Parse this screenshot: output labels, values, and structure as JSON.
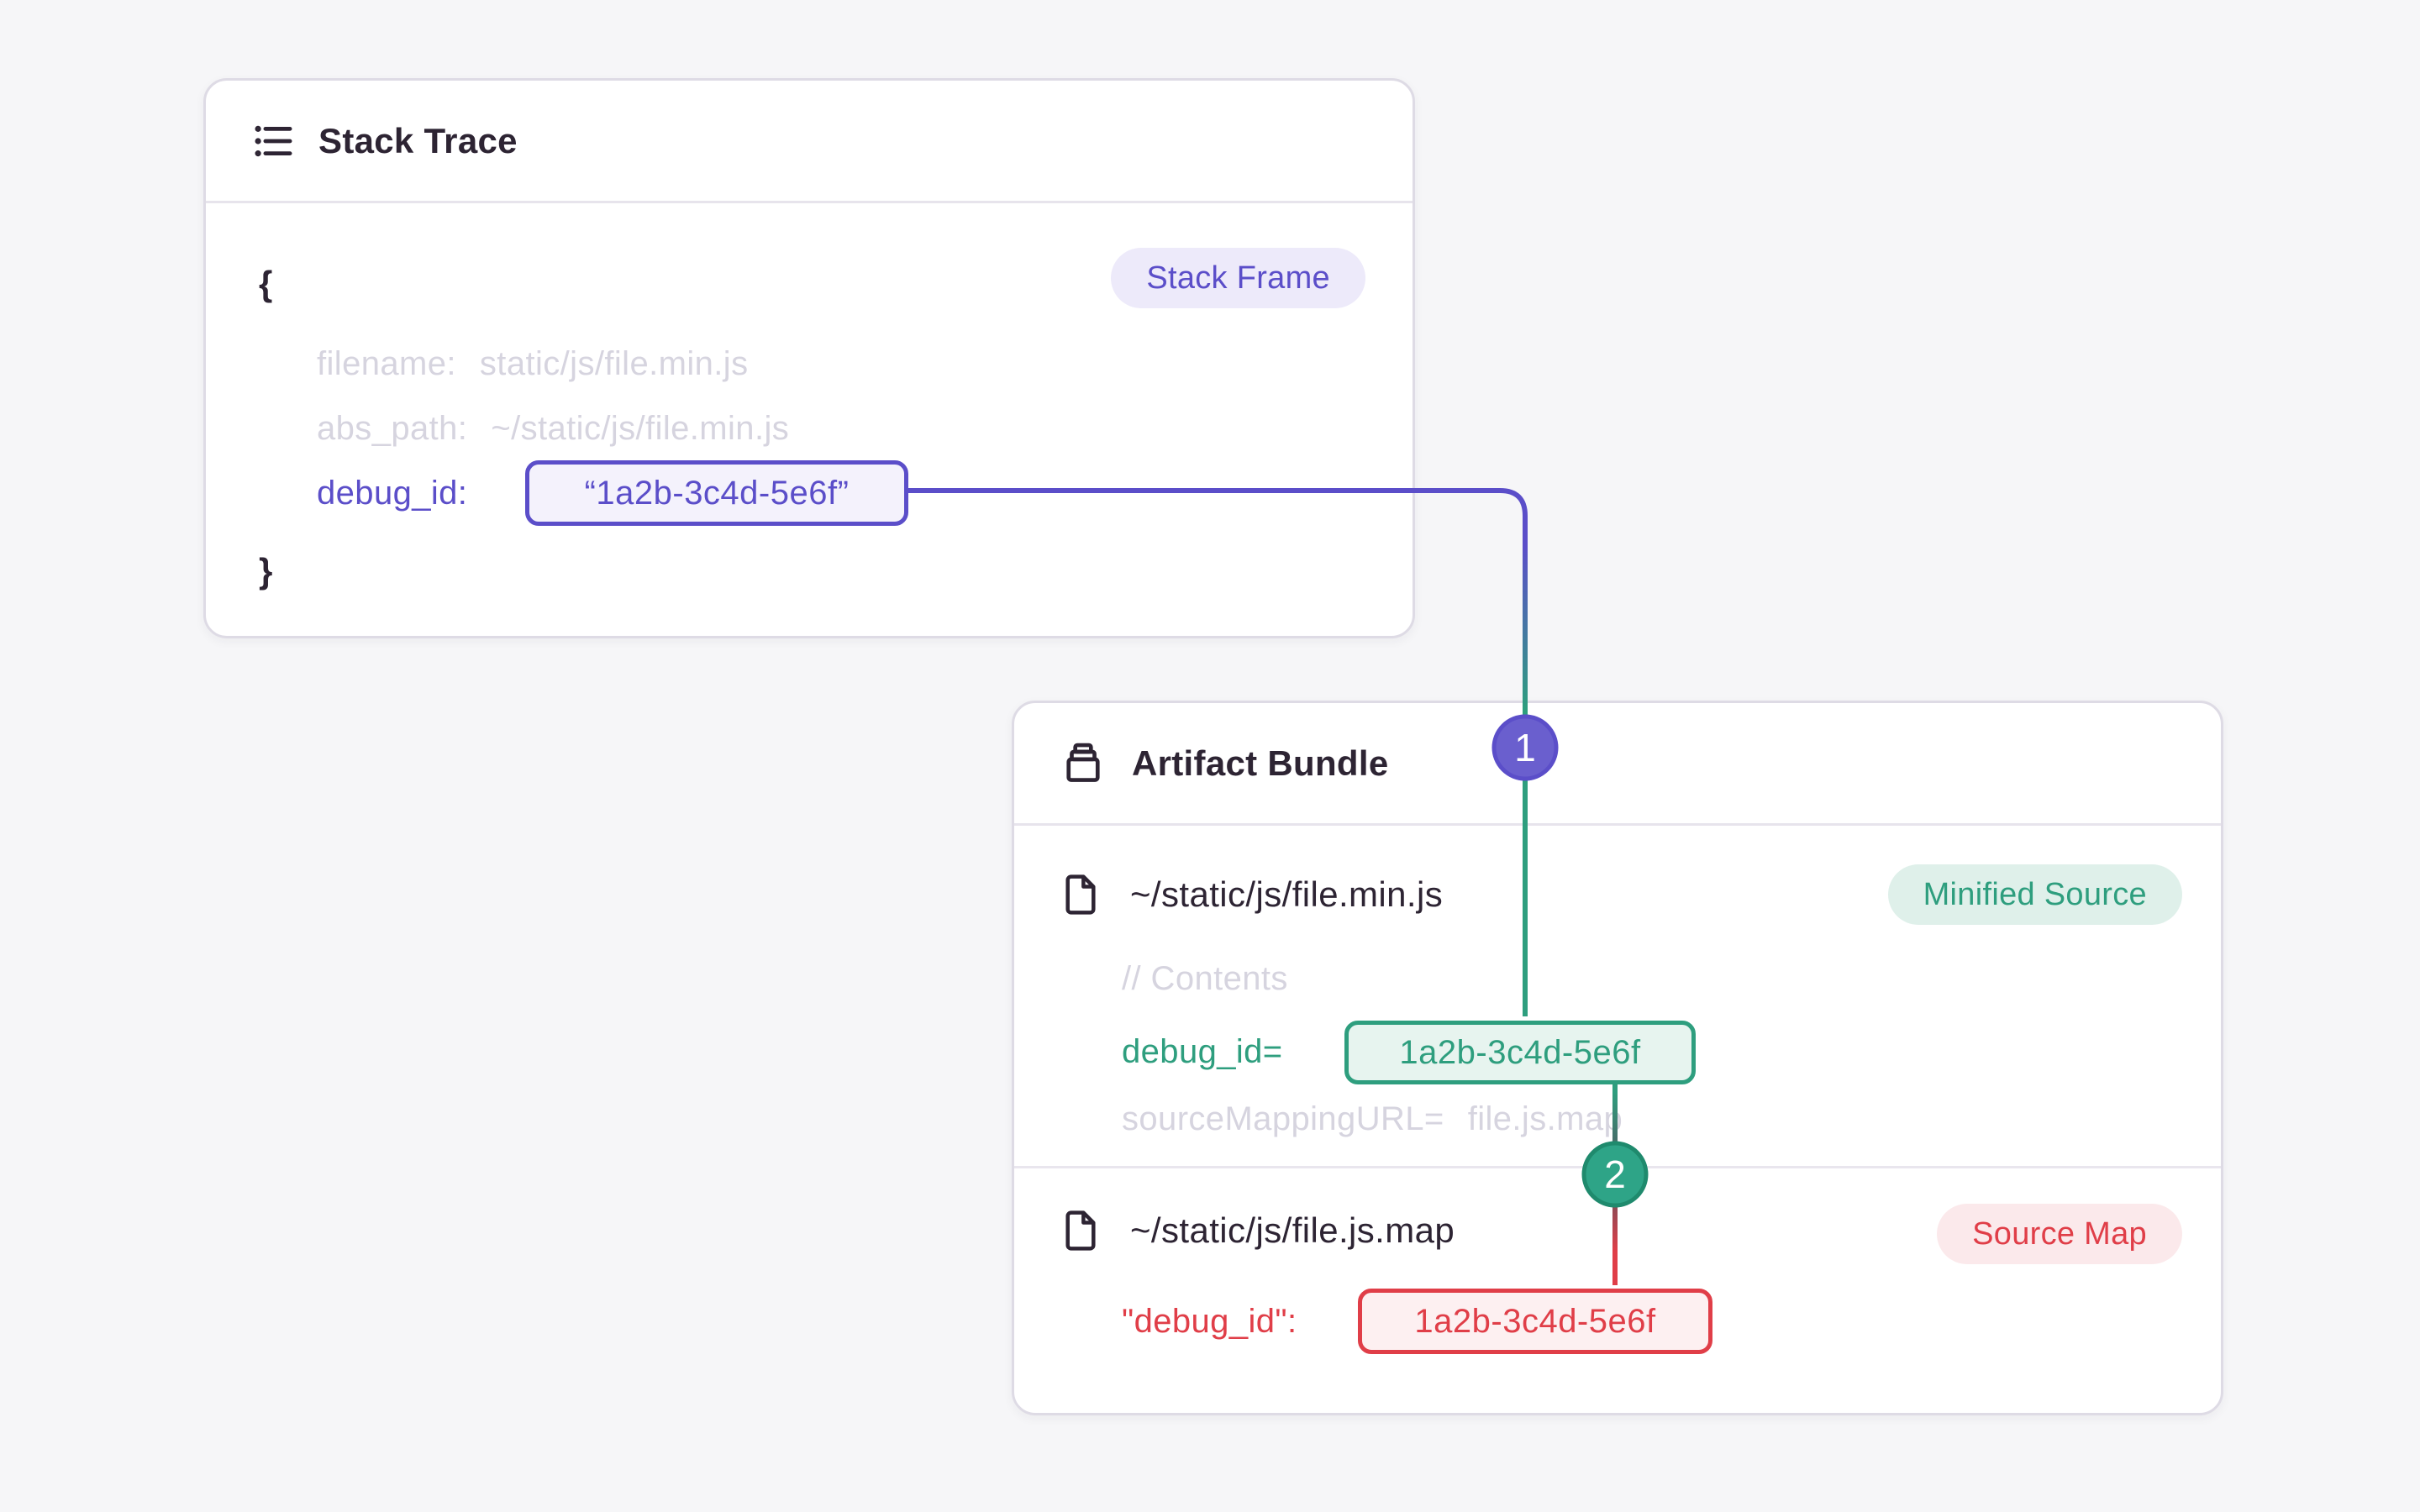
{
  "accent_colors": {
    "purple": "#5B4EC9",
    "green": "#2E9E7E",
    "red": "#E03E48",
    "dark": "#2D2433",
    "muted": "#D6D4DF"
  },
  "stack_trace": {
    "title": "Stack Trace",
    "frame_badge": "Stack Frame",
    "brace_open": "{",
    "brace_close": "}",
    "fields": {
      "filename": {
        "label": "filename:",
        "value": "static/js/file.min.js"
      },
      "abs_path": {
        "label": "abs_path:",
        "value": "~/static/js/file.min.js"
      },
      "debug_id": {
        "label": "debug_id:",
        "value": "“1a2b-3c4d-5e6f”"
      }
    }
  },
  "artifact_bundle": {
    "title": "Artifact Bundle",
    "minified": {
      "path": "~/static/js/file.min.js",
      "badge": "Minified Source",
      "comment": "// Contents",
      "debug_id": {
        "label": "debug_id=",
        "value": "1a2b-3c4d-5e6f"
      },
      "source_mapping": {
        "label": "sourceMappingURL=",
        "value": "file.js.map"
      }
    },
    "source_map": {
      "path": "~/static/js/file.js.map",
      "badge": "Source Map",
      "debug_id": {
        "label": "\"debug_id\":",
        "value": "1a2b-3c4d-5e6f"
      }
    }
  },
  "connectors": {
    "step_1": "1",
    "step_2": "2"
  }
}
